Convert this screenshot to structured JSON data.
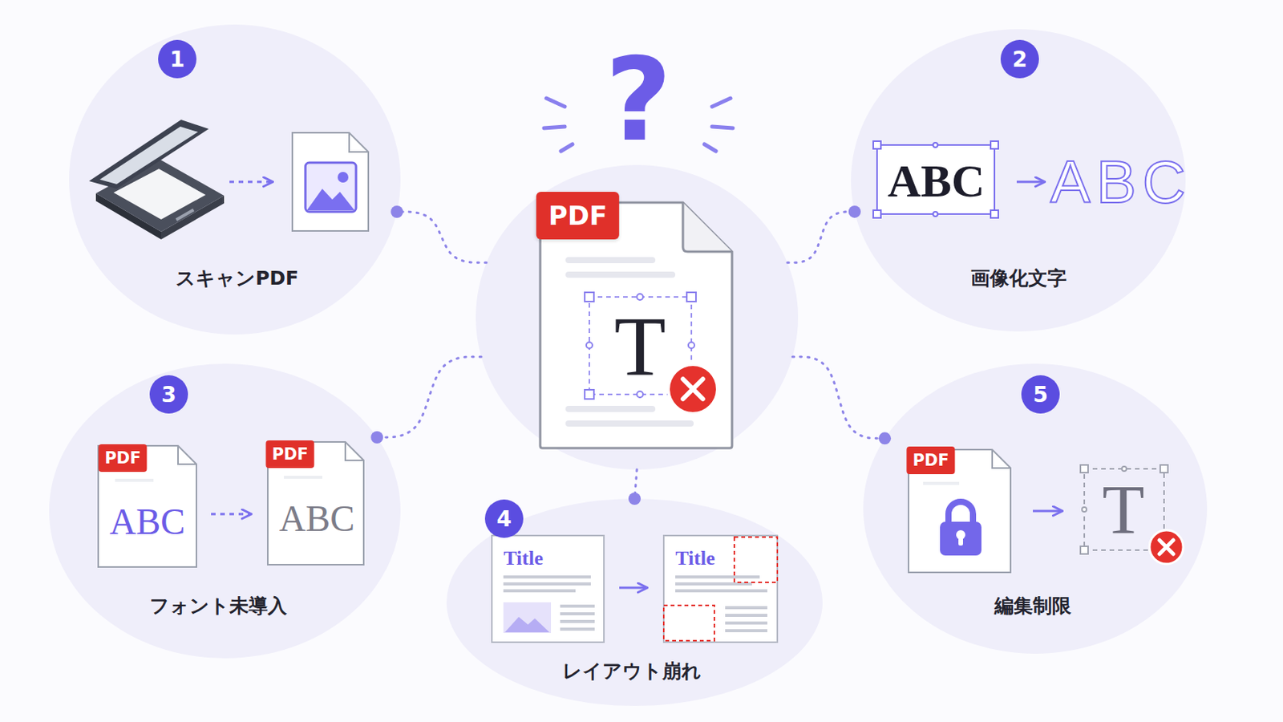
{
  "diagram": {
    "nodes": [
      {
        "text": [
          "PDF",
          "T"
        ]
      },
      {
        "text": [
          "1",
          "スキャンPDF"
        ]
      },
      {
        "text": [
          "2",
          "画像化文字"
        ]
      },
      {
        "text": [
          "3",
          "フォント未導入"
        ]
      },
      {
        "text": [
          "4",
          "レイアウト崩れ"
        ]
      },
      {
        "text": [
          "5",
          "編集制限"
        ]
      }
    ],
    "edges": [
      {
        "from": 0,
        "to": 1,
        "arrow": "none"
      },
      {
        "from": 0,
        "to": 2,
        "arrow": "none"
      },
      {
        "from": 0,
        "to": 3,
        "arrow": "none"
      },
      {
        "from": 0,
        "to": 4,
        "arrow": "none"
      },
      {
        "from": 0,
        "to": 5,
        "arrow": "none"
      }
    ],
    "labels": [
      "?",
      "ABC",
      "ABC",
      "PDF",
      "ABC",
      "PDF",
      "ABC",
      "Title",
      "Title",
      "PDF",
      "T"
    ]
  }
}
